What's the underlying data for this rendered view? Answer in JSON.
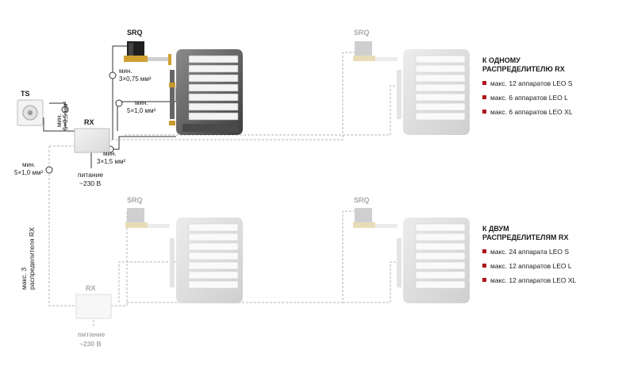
{
  "labels": {
    "srq": "SRQ",
    "ts": "TS",
    "rx": "RX",
    "min": "мин.",
    "cable_3x075": "3×0,75 мм²",
    "cable_5x10": "5×1,0 мм²",
    "cable_5x05": "5×0,5 мм²",
    "cable_3x15": "3×1,5 мм²",
    "power_line1": "питание",
    "power_line2": "~230 В",
    "max_rx_line1": "макс. 3",
    "max_rx_line2": "распределителя RX"
  },
  "single": {
    "title_line1": "К ОДНОМУ",
    "title_line2": "РАСПРЕДЕЛИТЕЛЮ RX",
    "items": [
      "макс. 12 аппаратов LEO S",
      "макс. 6 аппаратов LEO L",
      "макс. 6 аппаратов LEO XL"
    ]
  },
  "double": {
    "title_line1": "К ДВУМ",
    "title_line2": "РАСПРЕДЕЛИТЕЛЯМ RX",
    "items": [
      "макс. 24 аппарата LEO S",
      "макс. 12 аппаратов LEO L",
      "макс. 12 аппаратов LEO XL"
    ]
  },
  "colors": {
    "bullet": "#b0141c",
    "dashed": "#b5b5b5",
    "heater_dark": "#5e5e5e",
    "heater_light": "#dcdcdc"
  }
}
